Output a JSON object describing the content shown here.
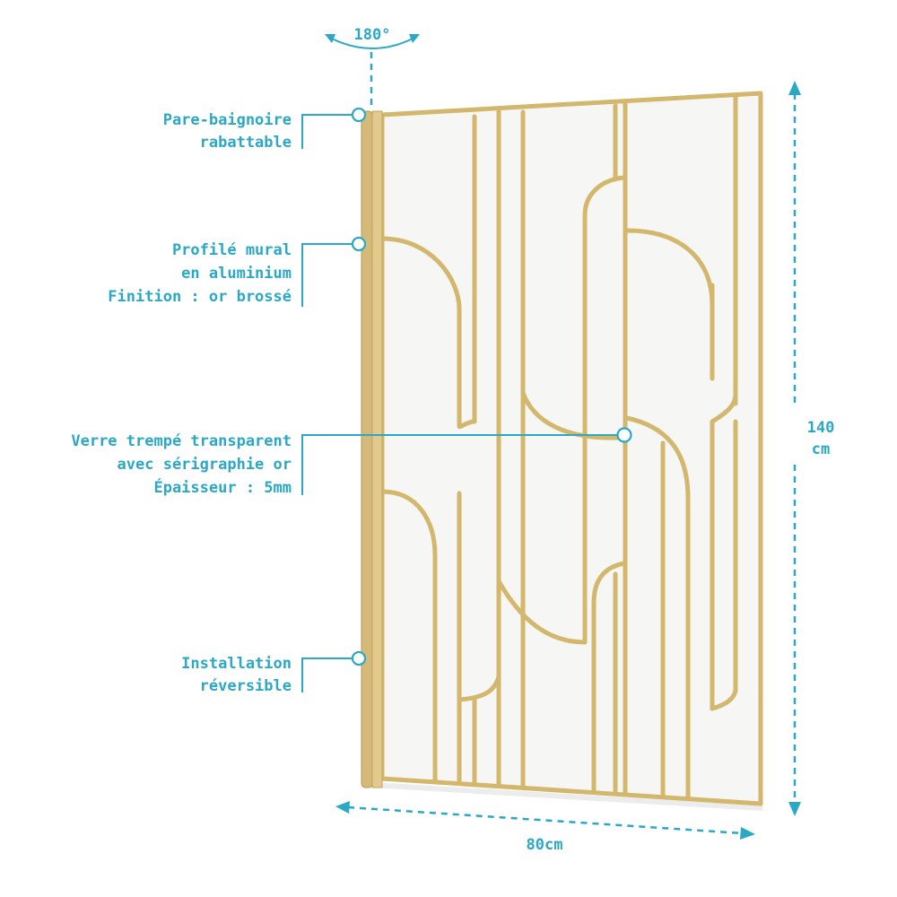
{
  "rotation_label": "180°",
  "callouts": [
    {
      "id": "pare",
      "lines": [
        "Pare-baignoire",
        "rabattable"
      ]
    },
    {
      "id": "profile",
      "lines": [
        "Profilé mural",
        "en aluminium",
        "Finition : or brossé"
      ]
    },
    {
      "id": "verre",
      "lines": [
        "Verre trempé transparent",
        "avec sérigraphie or",
        "Épaisseur : 5mm"
      ]
    },
    {
      "id": "install",
      "lines": [
        "Installation",
        "réversible"
      ]
    }
  ],
  "dimensions": {
    "height_value": "140",
    "height_unit": "cm",
    "width_label": "80cm"
  },
  "colors": {
    "accent": "#2ba8c6",
    "frame": "#d2b76c",
    "glass": "#f6f6f4"
  }
}
